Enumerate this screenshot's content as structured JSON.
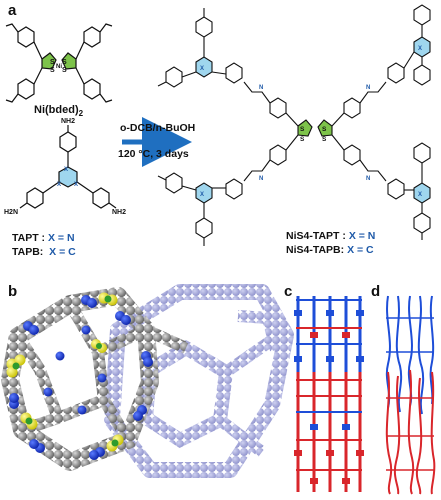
{
  "panels": {
    "a": "a",
    "b": "b",
    "c": "c",
    "d": "d"
  },
  "reactants": {
    "ni_label": "Ni(bded)",
    "ni_sub": "2",
    "tapt_name": "TAPT",
    "tapt_sep": " : ",
    "tapt_x": "X = N",
    "tapb_name": "TAPB:",
    "tapb_x": "X = C"
  },
  "conditions": {
    "solvent": "o-DCB/n-BuOH",
    "temp_time": "120 °C, 3 days"
  },
  "products": {
    "p1_name": "NiS4-TAPT :",
    "p1_x": "X = N",
    "p2_name": "NiS4-TAPB:",
    "p2_x": "X = C"
  },
  "atoms": {
    "S": "S",
    "Ni": "Ni",
    "X": "X",
    "N": "N",
    "NH2": "NH2",
    "H2N": "H2N"
  },
  "colors": {
    "ring_blue": "#9fd6ee",
    "ring_green": "#7dc34a",
    "atom_gray": "#8a8a8a",
    "atom_blue": "#1a3fd1",
    "atom_yellow": "#e8e320",
    "atom_red": "#d9262b",
    "ghost": "#8e92cf"
  }
}
